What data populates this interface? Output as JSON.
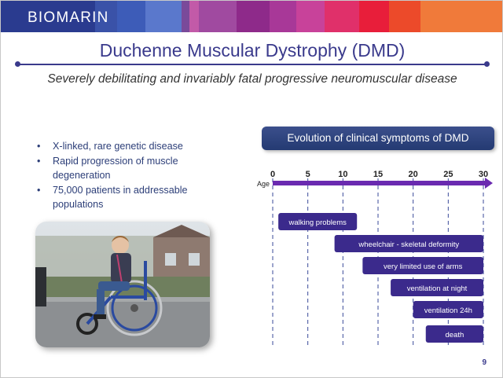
{
  "header": {
    "logo_text": "BIOMARIN",
    "band_colors": [
      "#2a3b8f",
      "#3a52a8",
      "#3d5cb8",
      "#5a78cc",
      "#7a4a9a",
      "#c25aa8",
      "#a04aa0",
      "#8e2a8a",
      "#a83898",
      "#c8429a",
      "#e0306a",
      "#e81e3a",
      "#ec4a2a",
      "#f07a3a"
    ]
  },
  "slide": {
    "title": "Duchenne Muscular Dystrophy (DMD)",
    "subtitle": "Severely debilitating and invariably fatal progressive neuromuscular disease",
    "bullets": [
      "X-linked, rare genetic disease",
      "Rapid progression of muscle degeneration",
      "75,000 patients in addressable populations"
    ],
    "page_number": "9"
  },
  "chart_data": {
    "type": "bar",
    "title": "Evolution of clinical symptoms of DMD",
    "xlabel": "Age",
    "x_ticks": [
      0,
      5,
      10,
      15,
      20,
      25,
      30
    ],
    "xlim": [
      0,
      30
    ],
    "grid": true,
    "series": [
      {
        "label": "walking problems",
        "start": 0.8,
        "end": 12
      },
      {
        "label": "wheelchair - skeletal deformity",
        "start": 8.8,
        "end": 30
      },
      {
        "label": "very limited use of arms",
        "start": 12.8,
        "end": 30
      },
      {
        "label": "ventilation at night",
        "start": 16.8,
        "end": 30
      },
      {
        "label": "ventilation 24h",
        "start": 20,
        "end": 30
      },
      {
        "label": "death",
        "start": 21.8,
        "end": 30
      }
    ],
    "colors": {
      "bar": "#3b2a8c",
      "axis": "#6a2ab0",
      "grid": "#3a4a9a",
      "header": "#2e4580"
    }
  }
}
